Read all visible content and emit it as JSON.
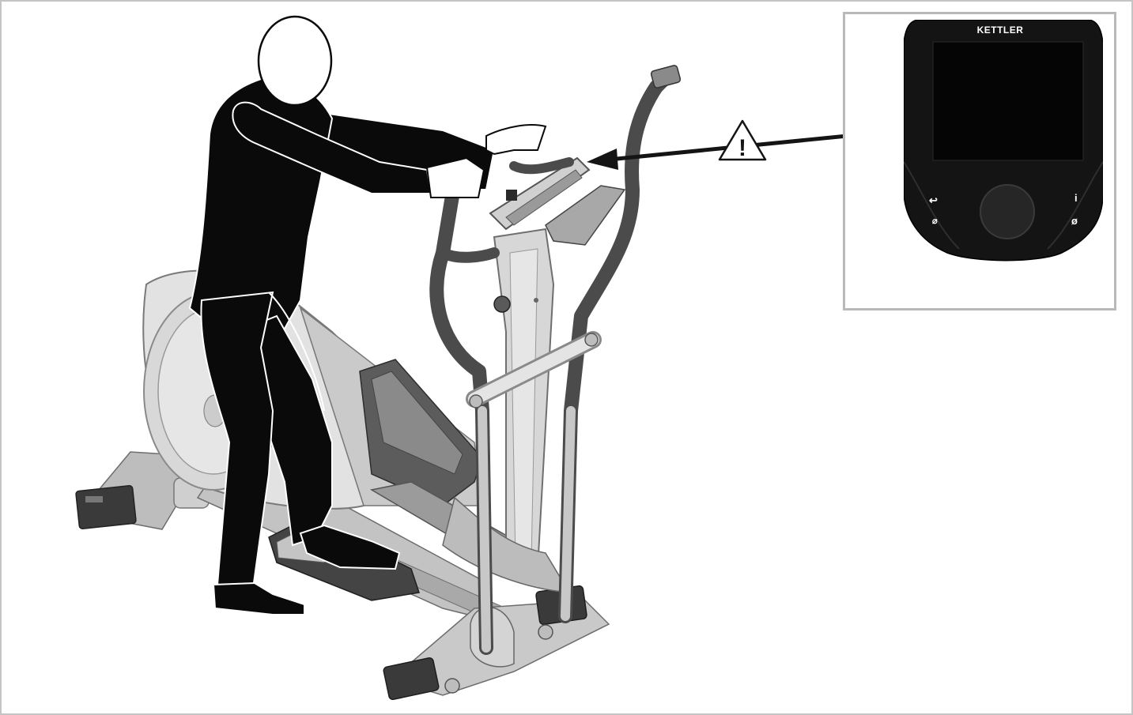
{
  "figure": {
    "brand_label": "KETTLER",
    "warning_symbol": "!",
    "console_buttons": {
      "back": "↩",
      "info": "i",
      "power": "ø",
      "mute": "⌀"
    },
    "icons": [
      "warning-triangle-icon",
      "double-arrow-icon"
    ],
    "colors": {
      "silhouette": "#0a0a0a",
      "frame_border": "#c4c4c4",
      "inset_border": "#b9b9b9",
      "machine_grey": "#9a9a9a",
      "console_body": "#141414"
    }
  }
}
